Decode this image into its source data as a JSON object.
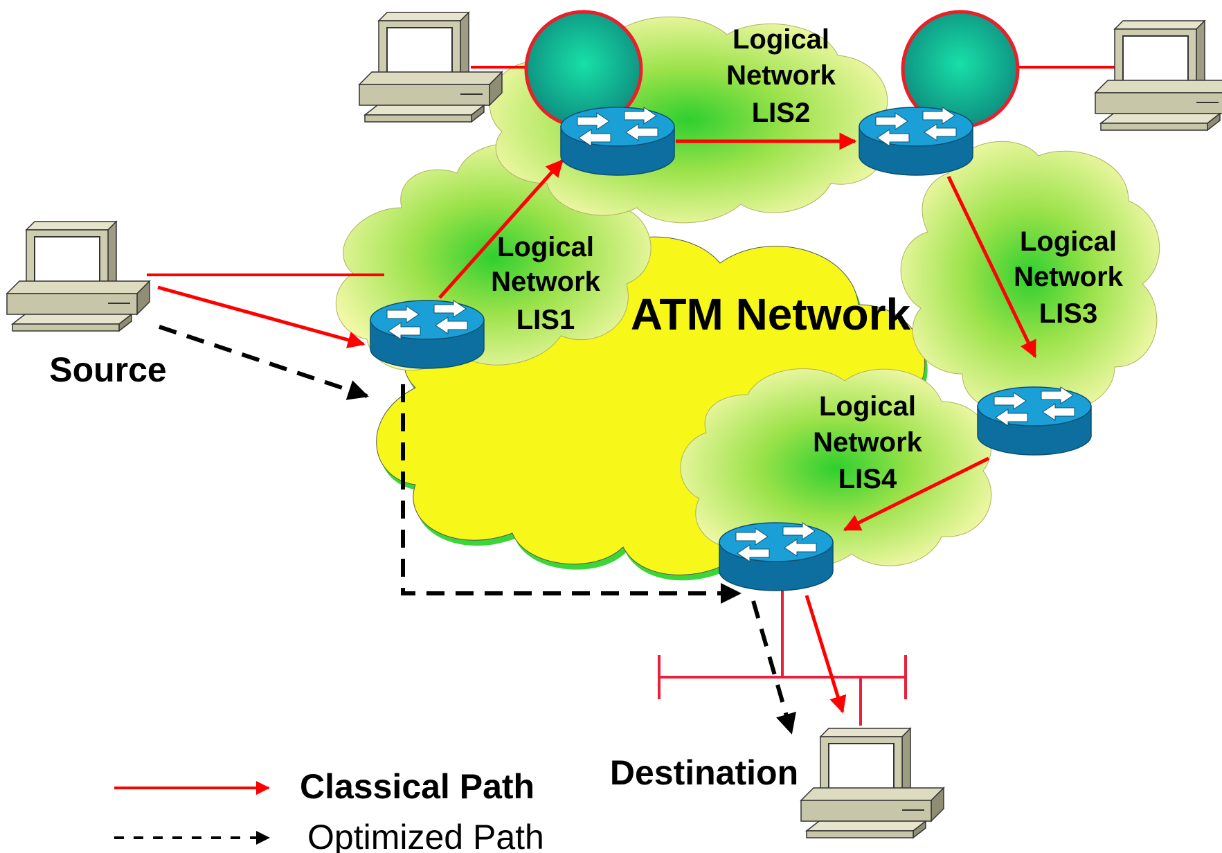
{
  "labels": {
    "atm_network": "ATM Network",
    "source": "Source",
    "destination": "Destination"
  },
  "lis": [
    {
      "lines": [
        "Logical",
        "Network",
        "LIS1"
      ]
    },
    {
      "lines": [
        "Logical",
        "Network",
        "LIS2"
      ]
    },
    {
      "lines": [
        "Logical",
        "Network",
        "LIS3"
      ]
    },
    {
      "lines": [
        "Logical",
        "Network",
        "LIS4"
      ]
    }
  ],
  "legend": {
    "classical": "Classical Path",
    "optimized": "Optimized Path"
  },
  "colors": {
    "classical_path": "#ff0000",
    "optimized_path": "#000000",
    "atm_cloud": "#f7f71a",
    "lis_cloud_center": "#3ad63a",
    "lis_cloud_edge": "#eef7a0",
    "router_top": "#1aa0d6",
    "router_side": "#0c6fa0",
    "host_disc": "#16b596",
    "host_disc_outline": "#e8202a",
    "pc_body": "#c8c6a8"
  }
}
